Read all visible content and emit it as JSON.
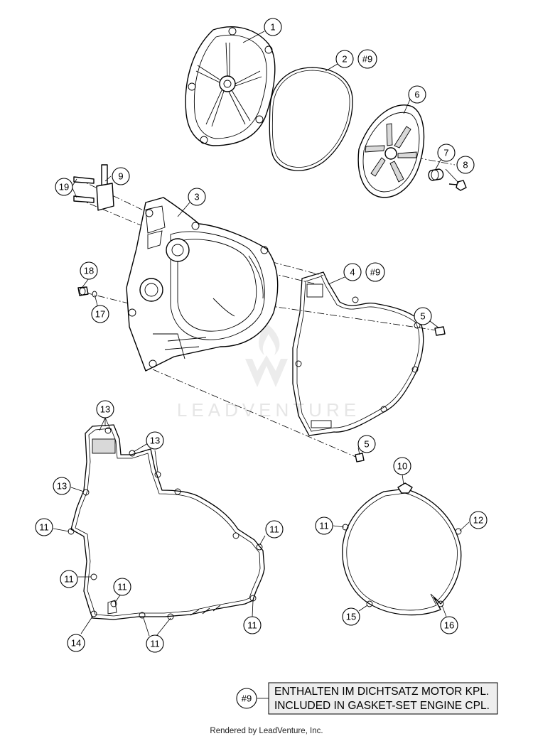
{
  "callouts": [
    {
      "id": "c1",
      "label": "1"
    },
    {
      "id": "c2",
      "label": "2"
    },
    {
      "id": "c2b",
      "label": "#9"
    },
    {
      "id": "c3",
      "label": "3"
    },
    {
      "id": "c4",
      "label": "4"
    },
    {
      "id": "c4b",
      "label": "#9"
    },
    {
      "id": "c5a",
      "label": "5"
    },
    {
      "id": "c5b",
      "label": "5"
    },
    {
      "id": "c6",
      "label": "6"
    },
    {
      "id": "c7",
      "label": "7"
    },
    {
      "id": "c8",
      "label": "8"
    },
    {
      "id": "c9",
      "label": "9"
    },
    {
      "id": "c10",
      "label": "10"
    },
    {
      "id": "c11a",
      "label": "11"
    },
    {
      "id": "c11b",
      "label": "11"
    },
    {
      "id": "c11c",
      "label": "11"
    },
    {
      "id": "c11d",
      "label": "11"
    },
    {
      "id": "c11e",
      "label": "11"
    },
    {
      "id": "c11f",
      "label": "11"
    },
    {
      "id": "c11g",
      "label": "11"
    },
    {
      "id": "c12",
      "label": "12"
    },
    {
      "id": "c13a",
      "label": "13"
    },
    {
      "id": "c13b",
      "label": "13"
    },
    {
      "id": "c13c",
      "label": "13"
    },
    {
      "id": "c14",
      "label": "14"
    },
    {
      "id": "c15",
      "label": "15"
    },
    {
      "id": "c16",
      "label": "16"
    },
    {
      "id": "c17",
      "label": "17"
    },
    {
      "id": "c18",
      "label": "18"
    },
    {
      "id": "c19",
      "label": "19"
    }
  ],
  "legend": {
    "symbol": "#9",
    "line1": "ENTHALTEN IM DICHTSATZ MOTOR KPL.",
    "line2": "INCLUDED IN GASKET-SET ENGINE CPL."
  },
  "watermark": "LEADVENTURE",
  "footer": "Rendered by LeadVenture, Inc."
}
